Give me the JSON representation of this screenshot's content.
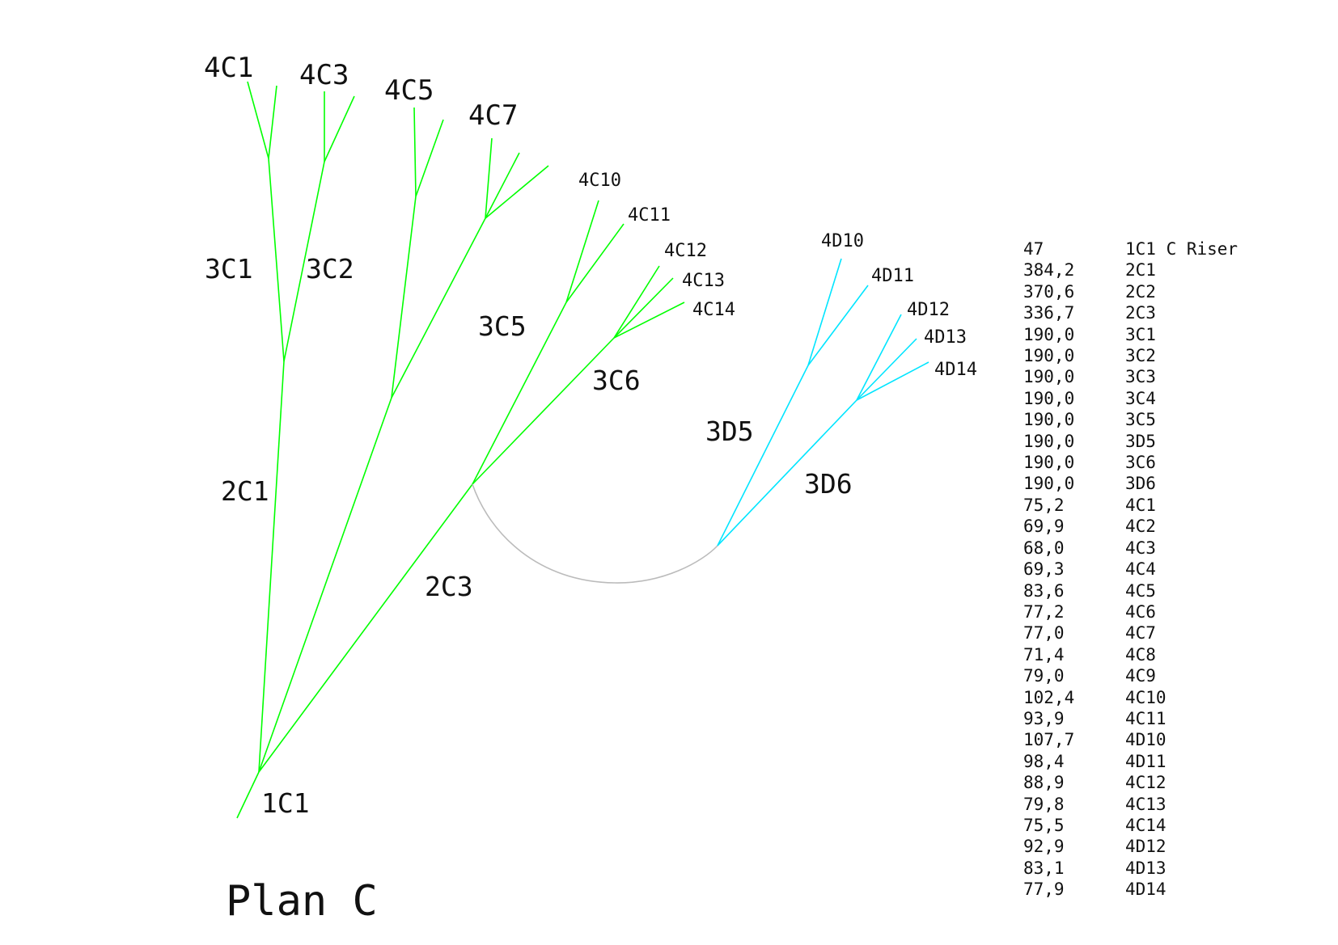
{
  "diagram": {
    "title": "Plan C",
    "colors": {
      "plan_c_branch": "#00ff00",
      "plan_d_branch": "#00e5ff",
      "connector_arc": "#bbbbbb",
      "text": "#111111"
    },
    "labels": {
      "n4C1": "4C1",
      "n4C3": "4C3",
      "n4C5": "4C5",
      "n4C7": "4C7",
      "n4C10": "4C10",
      "n4C11": "4C11",
      "n4C12": "4C12",
      "n4C13": "4C13",
      "n4C14": "4C14",
      "n3C1": "3C1",
      "n3C2": "3C2",
      "n3C5": "3C5",
      "n3C6": "3C6",
      "n2C1": "2C1",
      "n2C3": "2C3",
      "n1C1": "1C1",
      "n4D10": "4D10",
      "n4D11": "4D11",
      "n4D12": "4D12",
      "n4D13": "4D13",
      "n4D14": "4D14",
      "n3D5": "3D5",
      "n3D6": "3D6"
    }
  },
  "legend": [
    {
      "value": "47",
      "name": "1C1 C Riser"
    },
    {
      "value": "384,2",
      "name": "2C1"
    },
    {
      "value": "370,6",
      "name": "2C2"
    },
    {
      "value": "336,7",
      "name": "2C3"
    },
    {
      "value": "190,0",
      "name": "3C1"
    },
    {
      "value": "190,0",
      "name": "3C2"
    },
    {
      "value": "190,0",
      "name": "3C3"
    },
    {
      "value": "190,0",
      "name": "3C4"
    },
    {
      "value": "190,0",
      "name": "3C5"
    },
    {
      "value": "190,0",
      "name": "3D5"
    },
    {
      "value": "190,0",
      "name": "3C6"
    },
    {
      "value": "190,0",
      "name": "3D6"
    },
    {
      "value": "75,2",
      "name": "4C1"
    },
    {
      "value": "69,9",
      "name": "4C2"
    },
    {
      "value": "68,0",
      "name": "4C3"
    },
    {
      "value": "69,3",
      "name": "4C4"
    },
    {
      "value": "83,6",
      "name": "4C5"
    },
    {
      "value": "77,2",
      "name": "4C6"
    },
    {
      "value": "77,0",
      "name": "4C7"
    },
    {
      "value": "71,4",
      "name": "4C8"
    },
    {
      "value": "79,0",
      "name": "4C9"
    },
    {
      "value": "102,4",
      "name": "4C10"
    },
    {
      "value": "93,9",
      "name": "4C11"
    },
    {
      "value": "107,7",
      "name": "4D10"
    },
    {
      "value": "98,4",
      "name": "4D11"
    },
    {
      "value": "88,9",
      "name": "4C12"
    },
    {
      "value": "79,8",
      "name": "4C13"
    },
    {
      "value": "75,5",
      "name": "4C14"
    },
    {
      "value": "92,9",
      "name": "4D12"
    },
    {
      "value": "83,1",
      "name": "4D13"
    },
    {
      "value": "77,9",
      "name": "4D14"
    }
  ]
}
